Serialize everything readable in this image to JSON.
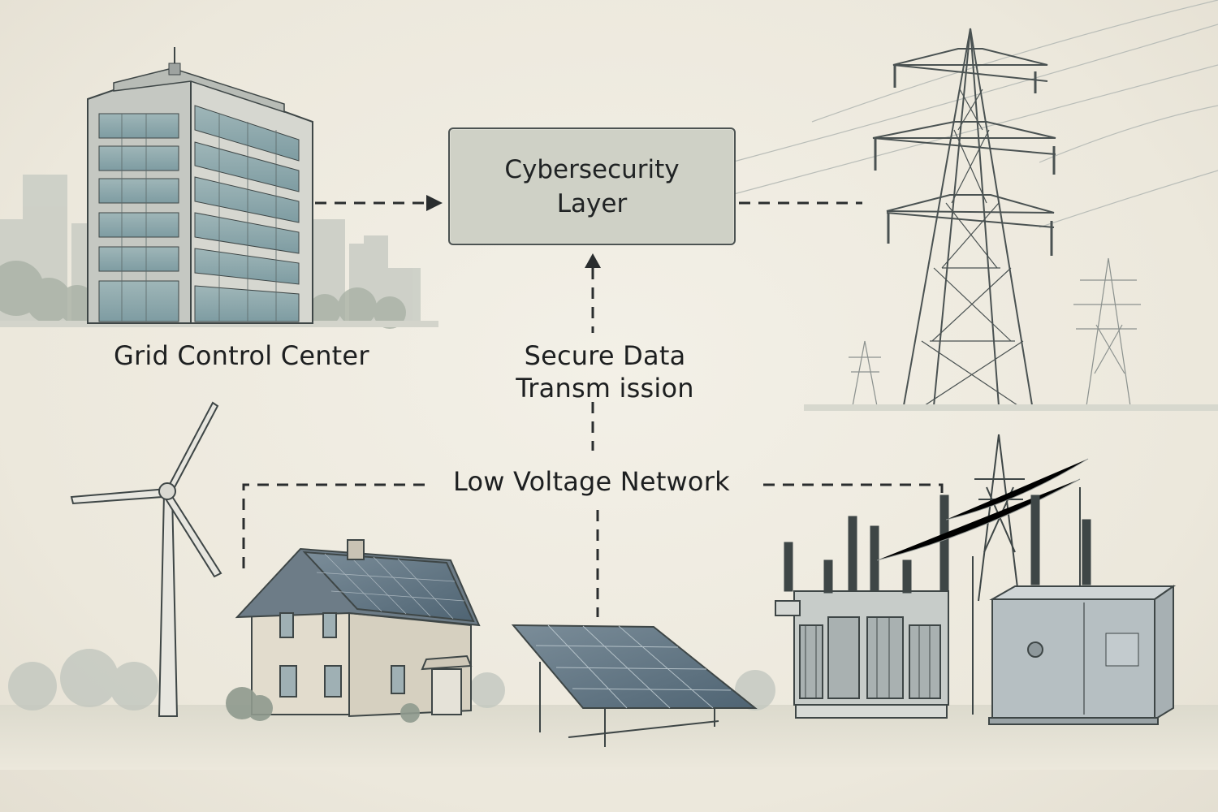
{
  "nodes": {
    "control_center": "Grid Control Center",
    "cyber_layer_line1": "Cybersecurity",
    "cyber_layer_line2": "Layer",
    "secure_data_line1": "Secure Data",
    "secure_data_line2": "Transm ission",
    "low_voltage": "Low Voltage Network"
  },
  "colors": {
    "background": "#efece2",
    "ink": "#1d1f20",
    "box_fill": "#cfd1c6",
    "glass": "#8fa9ad",
    "solar": "#5a6f7f"
  },
  "icons": [
    "office-building",
    "transmission-tower",
    "wind-turbine",
    "house-with-solar-roof",
    "solar-panel",
    "substation-transformer",
    "electrical-cabinet"
  ]
}
